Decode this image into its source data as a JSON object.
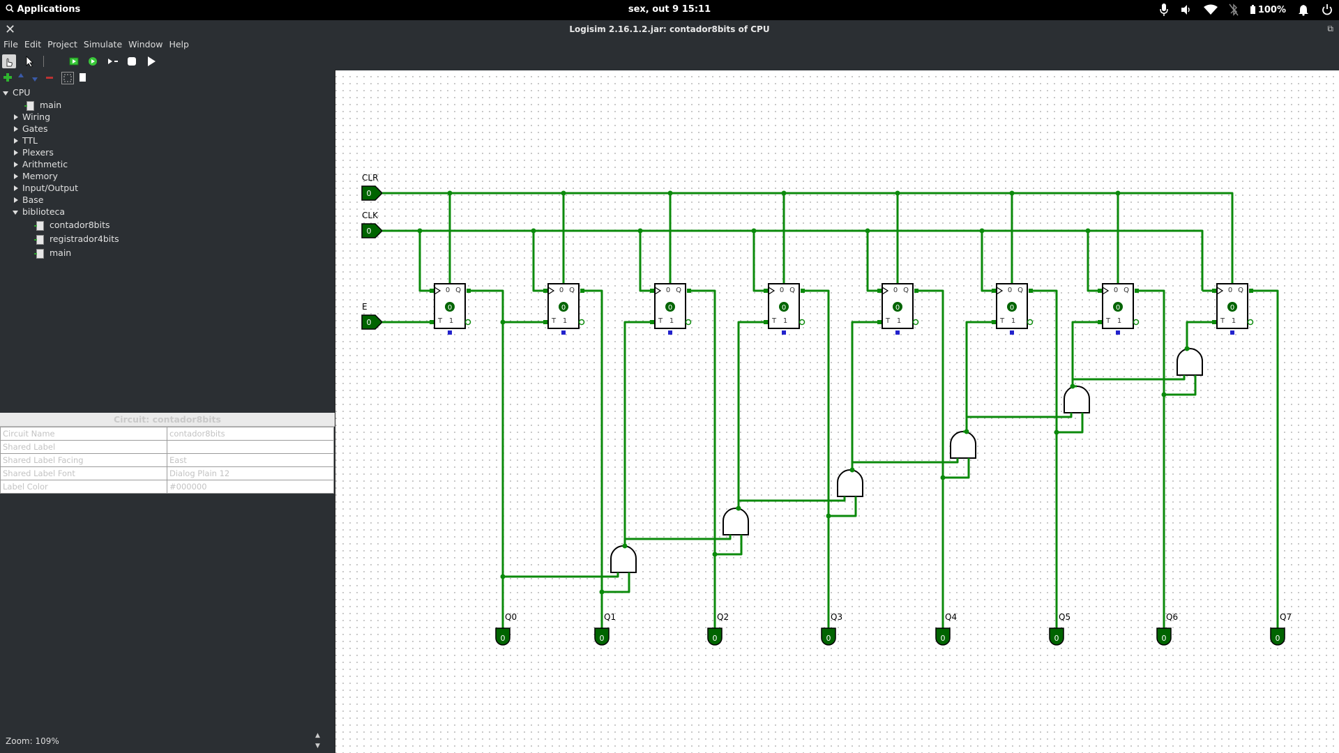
{
  "topbar": {
    "applications": "Applications",
    "clock": "sex, out 9   15:11",
    "battery": "100%"
  },
  "window": {
    "title": "Logisim 2.16.1.2.jar: contador8bits of CPU"
  },
  "menu": [
    "File",
    "Edit",
    "Project",
    "Simulate",
    "Window",
    "Help"
  ],
  "tree": {
    "root": "CPU",
    "root_child": "main",
    "libraries": [
      "Wiring",
      "Gates",
      "TTL",
      "Plexers",
      "Arithmetic",
      "Memory",
      "Input/Output",
      "Base"
    ],
    "biblioteca": "biblioteca",
    "biblioteca_items": [
      "contador8bits",
      "registrador4bits",
      "main"
    ]
  },
  "attributes": {
    "header": "Circuit: contador8bits",
    "rows": [
      {
        "name": "Circuit Name",
        "value": "contador8bits"
      },
      {
        "name": "Shared Label",
        "value": ""
      },
      {
        "name": "Shared Label Facing",
        "value": "East"
      },
      {
        "name": "Shared Label Font",
        "value": "Dialog Plain 12"
      },
      {
        "name": "Label Color",
        "value": "#000000"
      }
    ]
  },
  "zoom": "Zoom: 109%",
  "circuit": {
    "inputs": [
      {
        "label": "CLR",
        "value": "0"
      },
      {
        "label": "CLK",
        "value": "0"
      },
      {
        "label": "E",
        "value": "0"
      }
    ],
    "outputs": [
      {
        "label": "Q0",
        "value": "0"
      },
      {
        "label": "Q1",
        "value": "0"
      },
      {
        "label": "Q2",
        "value": "0"
      },
      {
        "label": "Q3",
        "value": "0"
      },
      {
        "label": "Q4",
        "value": "0"
      },
      {
        "label": "Q5",
        "value": "0"
      },
      {
        "label": "Q6",
        "value": "0"
      },
      {
        "label": "Q7",
        "value": "0"
      }
    ],
    "flipflop": {
      "state": "0",
      "q_label": "Q",
      "t_label": "T",
      "top_zero": "0",
      "one": "1"
    },
    "colors": {
      "wire": "#0b8a0b",
      "pin": "#006400",
      "dot": "#0b8a0b",
      "unconnected": "#2222cc"
    }
  }
}
